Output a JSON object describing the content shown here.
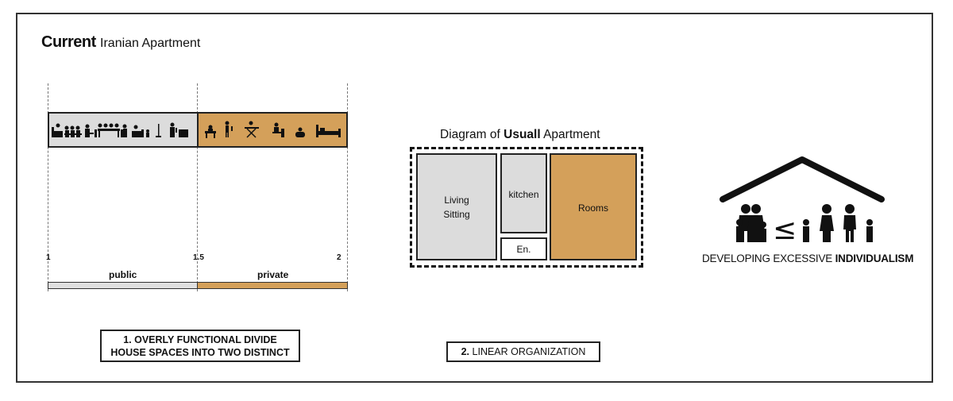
{
  "title": {
    "bold": "Current",
    "rest": "Iranian Apartment"
  },
  "timeline": {
    "ticks": [
      "1",
      "1.5",
      "2"
    ],
    "segments": [
      {
        "label": "public",
        "color": "#e0e0e0"
      },
      {
        "label": "private",
        "color": "#d4a05a"
      }
    ]
  },
  "point1": {
    "line1": "1. OVERLY FUNCTIONAL DIVIDE",
    "line2": "HOUSE SPACES INTO TWO DISTINCT"
  },
  "diagram": {
    "title_pre": "Diagram of ",
    "title_bold": "Usuall",
    "title_post": " Apartment",
    "rooms": {
      "living_line1": "Living",
      "living_line2": "Sitting",
      "kitchen": "kitchen",
      "entrance": "En.",
      "rooms": "Rooms"
    }
  },
  "point2": {
    "bold": "2.",
    "rest": " LINEAR  ORGANIZATION"
  },
  "individualism": {
    "light": "DEVELOPING EXCESSIVE ",
    "bold": "INDIVIDUALISM",
    "symbol": "≤"
  },
  "colors": {
    "public": "#dcdcdc",
    "private": "#d4a05a",
    "frame": "#333333"
  }
}
